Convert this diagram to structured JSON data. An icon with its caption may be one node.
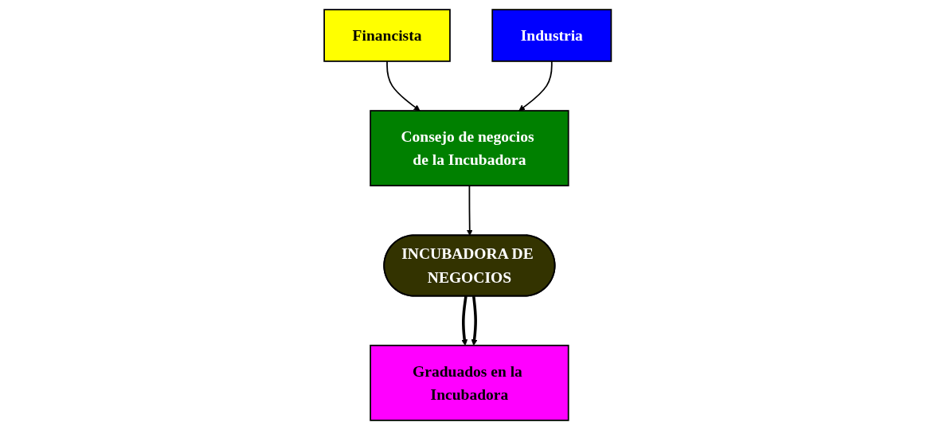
{
  "diagram": {
    "nodes": [
      {
        "text": [
          "Financista"
        ]
      },
      {
        "text": [
          "Consejo de negocios de la Incubadora"
        ]
      },
      {
        "text": [
          "Industria"
        ]
      },
      {
        "text": [
          "INCUBADORA DE NEGOCIOS"
        ]
      },
      {
        "text": [
          "Graduados en la Incubadora"
        ]
      }
    ],
    "edges": [
      {
        "from": 0,
        "to": 1,
        "arrow": "to"
      },
      {
        "from": 2,
        "to": 1,
        "arrow": "to"
      },
      {
        "from": 1,
        "to": 3,
        "arrow": "to"
      },
      {
        "from": 3,
        "to": 4,
        "arrow": "to",
        "style": "thick"
      },
      {
        "from": 3,
        "to": 4,
        "arrow": "to",
        "style": "thick"
      }
    ]
  }
}
